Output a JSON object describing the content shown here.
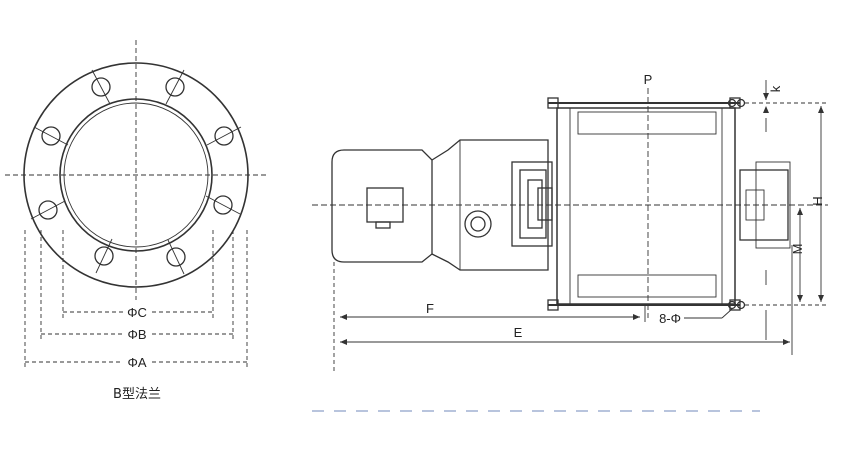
{
  "flange_view": {
    "dim_c": "ΦC",
    "dim_b": "ΦB",
    "dim_a": "ΦA",
    "caption": "B型法兰"
  },
  "side_view": {
    "p": "P",
    "k": "k",
    "h": "H",
    "m": "M",
    "f": "F",
    "e": "E",
    "holes": "8-Φ"
  }
}
